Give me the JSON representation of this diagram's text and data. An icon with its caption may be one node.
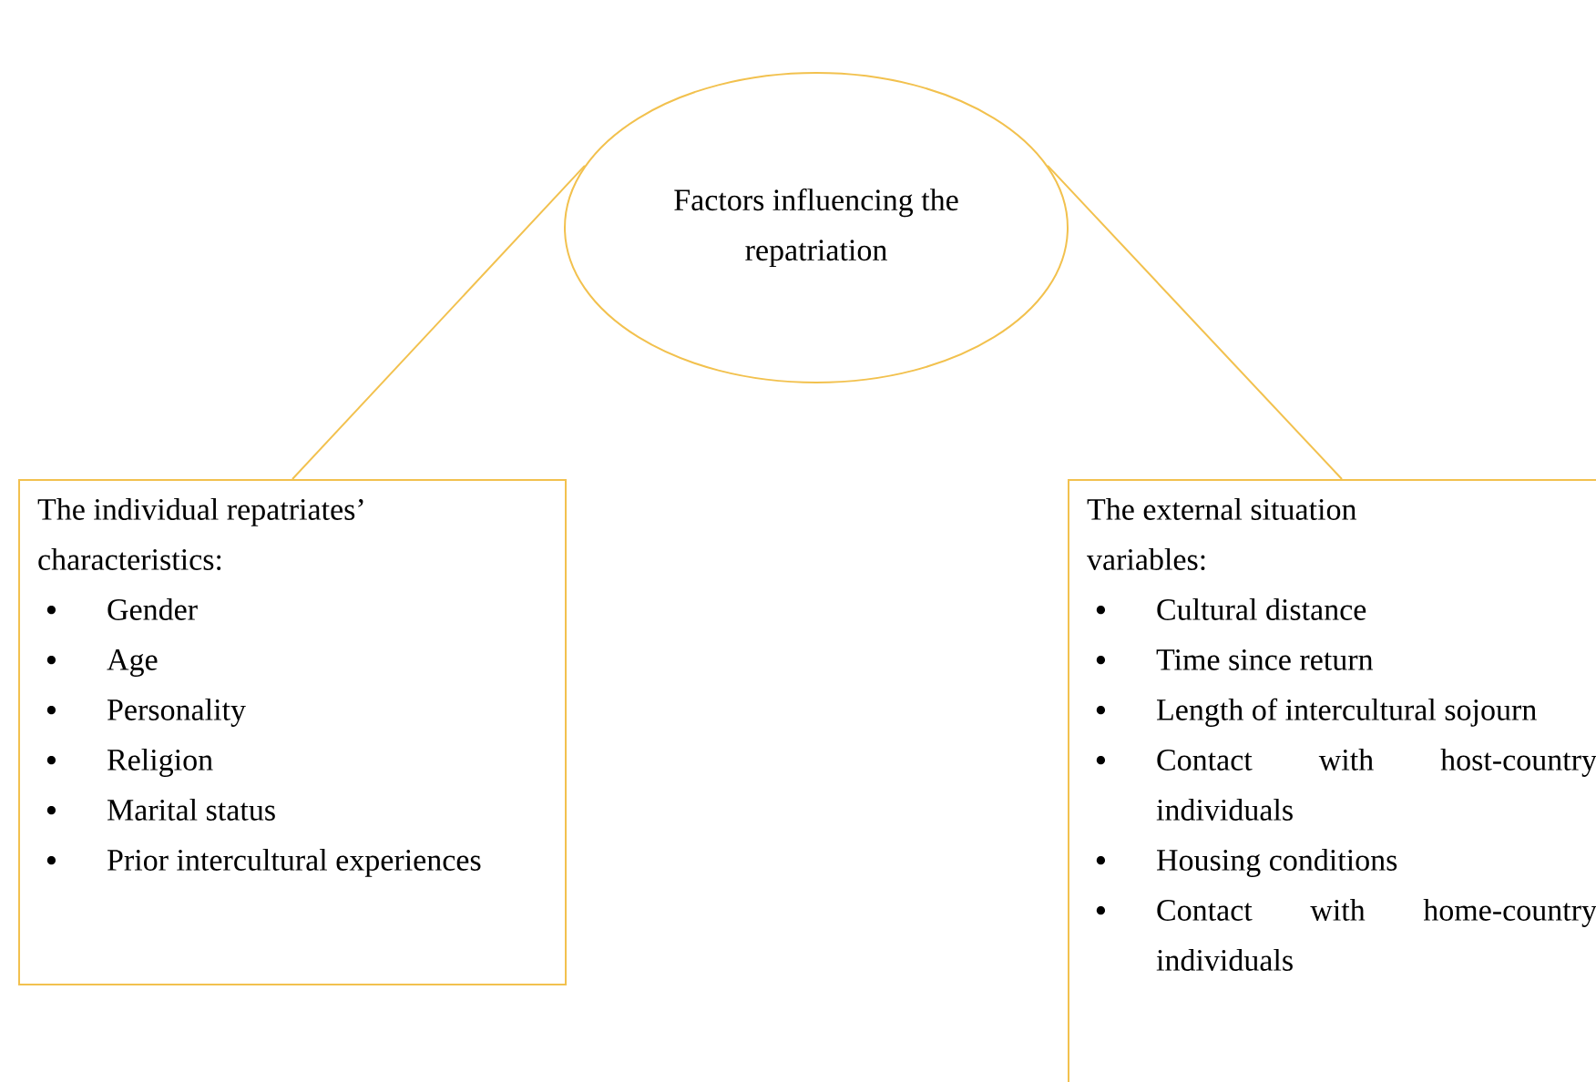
{
  "diagram": {
    "nodes": [
      {
        "text": [
          "Factors influencing the repatriation"
        ]
      },
      {
        "text": [
          "The individual repatriates’ characteristics:",
          "Gender",
          "Age",
          "Personality",
          "Religion",
          "Marital status",
          "Prior intercultural experiences"
        ]
      },
      {
        "text": [
          "The external situation variables:",
          "Cultural distance",
          "Time since return",
          "Length of intercultural sojourn",
          "Contact with host-country individuals",
          "Housing conditions",
          "Contact with home-country individuals"
        ]
      }
    ],
    "edges": [
      {
        "from": 0,
        "to": 1,
        "arrow": "none"
      },
      {
        "from": 0,
        "to": 2,
        "arrow": "none"
      }
    ]
  }
}
